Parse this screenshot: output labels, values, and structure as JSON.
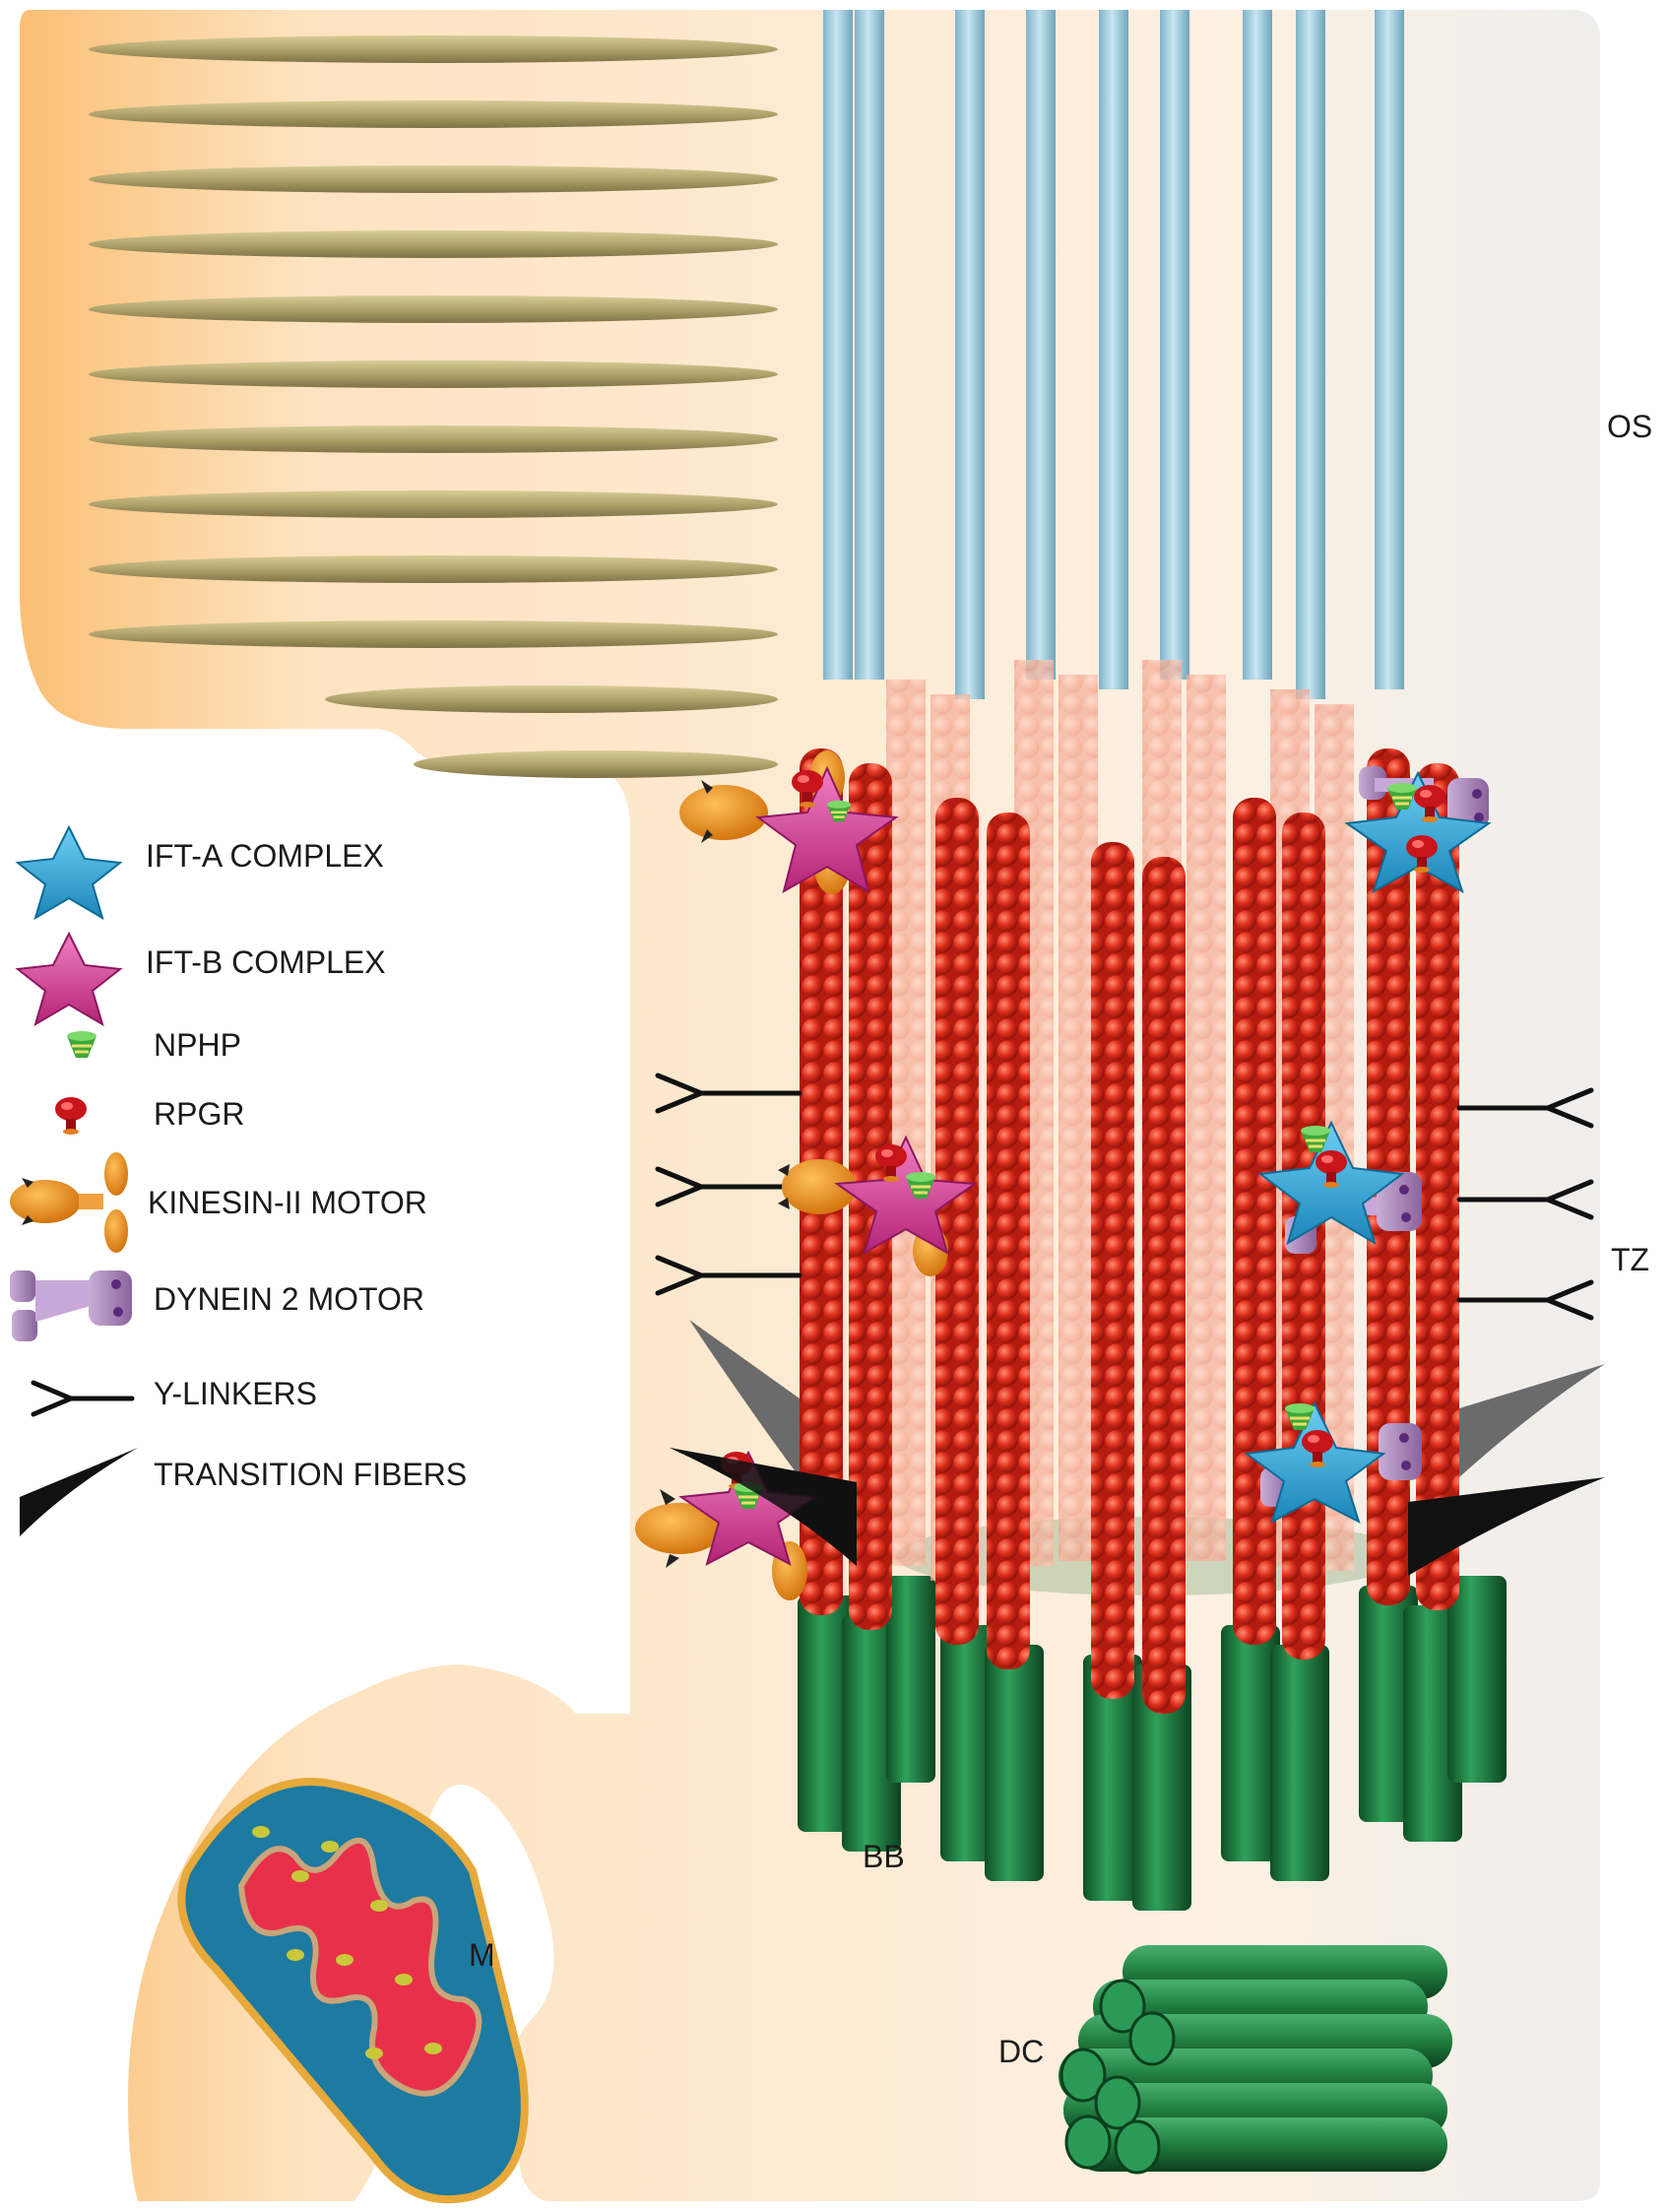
{
  "region_labels": {
    "os": "OS",
    "tz": "TZ",
    "bb": "BB",
    "m": "M",
    "dc": "DC"
  },
  "legend": [
    {
      "id": "ift-a",
      "label": "IFT-A COMPLEX",
      "icon": "blue-star-icon",
      "color": "#3aa6d8"
    },
    {
      "id": "ift-b",
      "label": "IFT-B COMPLEX",
      "icon": "pink-star-icon",
      "color": "#d9449c"
    },
    {
      "id": "nphp",
      "label": "NPHP",
      "icon": "green-cone-icon",
      "color": "#3ea83a"
    },
    {
      "id": "rpgr",
      "label": "RPGR",
      "icon": "red-mushroom-icon",
      "color": "#c8141b"
    },
    {
      "id": "kinesin",
      "label": "KINESIN-II MOTOR",
      "icon": "orange-motor-icon",
      "color": "#e8860f"
    },
    {
      "id": "dynein",
      "label": "DYNEIN 2 MOTOR",
      "icon": "purple-motor-icon",
      "color": "#a680b8"
    },
    {
      "id": "ylinker",
      "label": "Y-LINKERS",
      "icon": "y-linker-icon",
      "color": "#111111"
    },
    {
      "id": "fiber",
      "label": "TRANSITION FIBERS",
      "icon": "black-wedge-icon",
      "color": "#111111"
    }
  ],
  "colors": {
    "cytoplasm": "#fde4c4",
    "cytoplasm_edge": "#fbc57e",
    "disc": "#b3a570",
    "microtubule_top": "#9cc9dc",
    "tz_doublet": "#d8301e",
    "tz_doublet_back": "#f2a08a",
    "basal_body": "#1e7a3c",
    "centriole": "#1f7d3f",
    "mito_matrix": "#1d7aa0",
    "mito_cristae": "#e8304a"
  }
}
